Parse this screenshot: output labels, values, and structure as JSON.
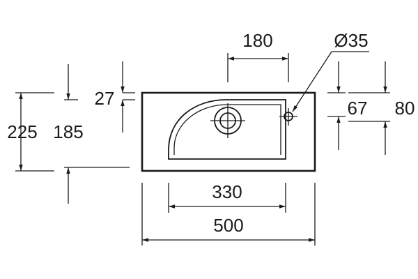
{
  "dimensions": {
    "overall_width": "500",
    "bowl_width": "330",
    "tap_spacing": "180",
    "hole_diameter": "Ø35",
    "rim_to_tap": "27",
    "overall_depth": "225",
    "basin_depth": "185",
    "side_hole_offset": "67",
    "side_depth": "80"
  },
  "colors": {
    "ink": "#1a1a1a",
    "background": "#ffffff"
  }
}
